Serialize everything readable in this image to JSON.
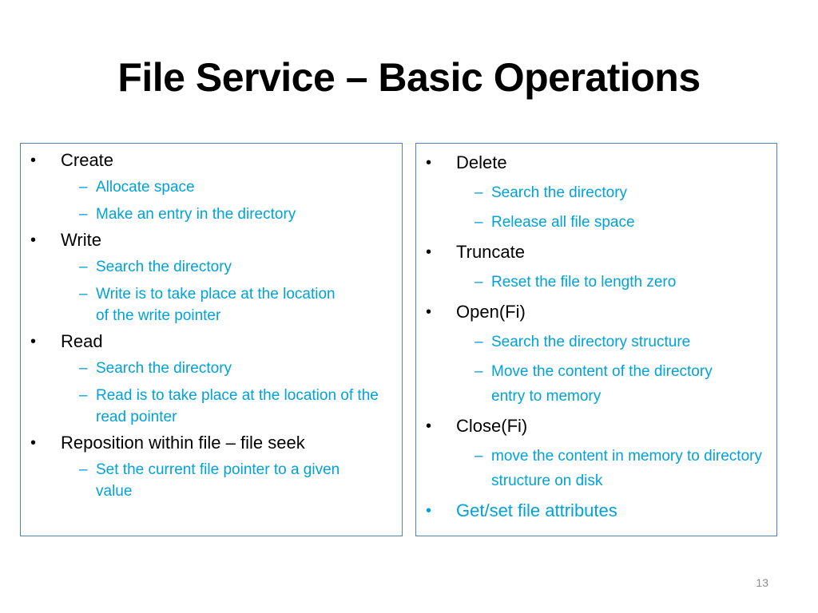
{
  "slide": {
    "title": "File Service – Basic Operations",
    "page_number": "13",
    "colors": {
      "accent": "#00a2d8",
      "panel_border": "#4f81bd",
      "text": "#000000"
    }
  },
  "left_panel": {
    "items": [
      {
        "bullet": "•",
        "label": "Create",
        "subs": [
          {
            "dash": "–",
            "text": "Allocate space"
          },
          {
            "dash": "–",
            "text": "Make an entry in the directory"
          }
        ]
      },
      {
        "bullet": "•",
        "label": "Write",
        "subs": [
          {
            "dash": "–",
            "text": "Search the directory"
          },
          {
            "dash": "–",
            "text": "Write is to take place at the location of the write pointer"
          }
        ]
      },
      {
        "bullet": "•",
        "label": "Read",
        "subs": [
          {
            "dash": "–",
            "text": "Search the directory"
          },
          {
            "dash": "–",
            "text": "Read is to take place at the location of the read pointer"
          }
        ]
      },
      {
        "bullet": "•",
        "label": "Reposition within file – file seek",
        "subs": [
          {
            "dash": "–",
            "text": "Set the current file pointer to a given value"
          }
        ]
      }
    ]
  },
  "right_panel": {
    "items": [
      {
        "bullet": "•",
        "label": "Delete",
        "subs": [
          {
            "dash": "–",
            "text": "Search the directory"
          },
          {
            "dash": "–",
            "text": "Release all file space"
          }
        ]
      },
      {
        "bullet": "•",
        "label": "Truncate",
        "subs": [
          {
            "dash": "–",
            "text": "Reset the file to length zero"
          }
        ]
      },
      {
        "bullet": "•",
        "label": "Open(Fi)",
        "subs": [
          {
            "dash": "–",
            "text": "Search the directory structure"
          },
          {
            "dash": "–",
            "text": "Move the content of the directory entry to memory"
          }
        ]
      },
      {
        "bullet": "•",
        "label": "Close(Fi)",
        "subs": [
          {
            "dash": "–",
            "text": "move the content in memory to directory structure on disk"
          }
        ]
      },
      {
        "bullet": "•",
        "label": "Get/set file attributes",
        "subs": []
      }
    ]
  }
}
